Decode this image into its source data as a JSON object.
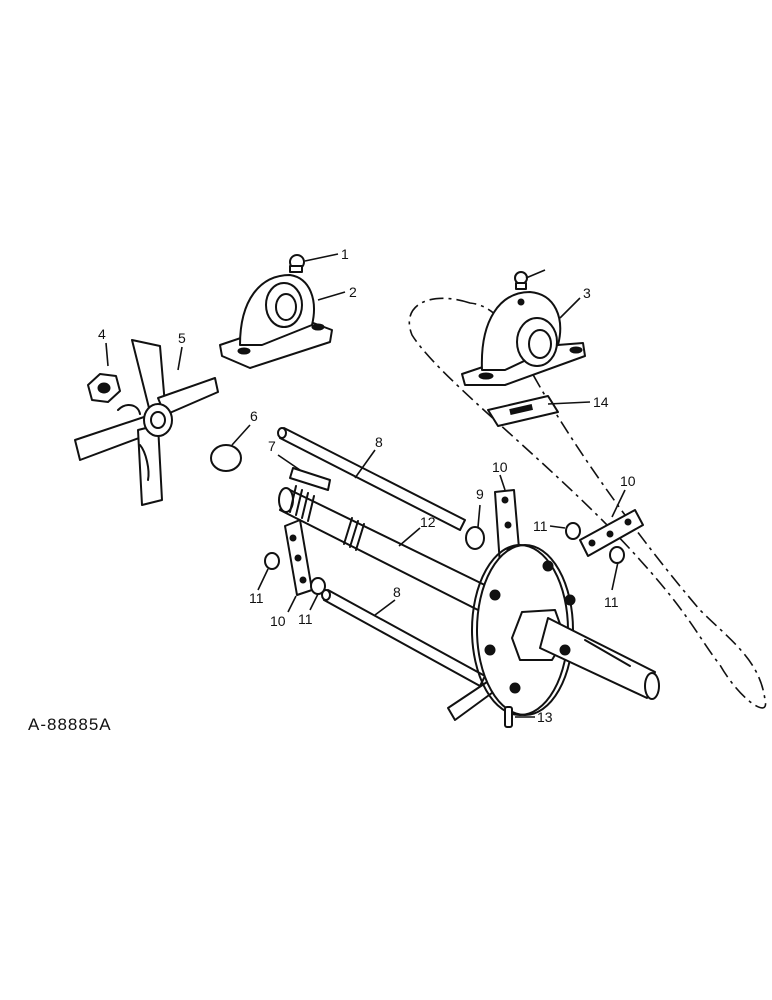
{
  "drawing_id": "A-88885A",
  "callouts": {
    "c1": "1",
    "c2": "2",
    "c3": "3",
    "c4": "4",
    "c5": "5",
    "c6": "6",
    "c7": "7",
    "c8a": "8",
    "c8b": "8",
    "c9": "9",
    "c10a": "10",
    "c10b": "10",
    "c10c": "10",
    "c11a": "11",
    "c11b": "11",
    "c11c": "11",
    "c11d": "11",
    "c12": "12",
    "c13": "13",
    "c14": "14"
  }
}
